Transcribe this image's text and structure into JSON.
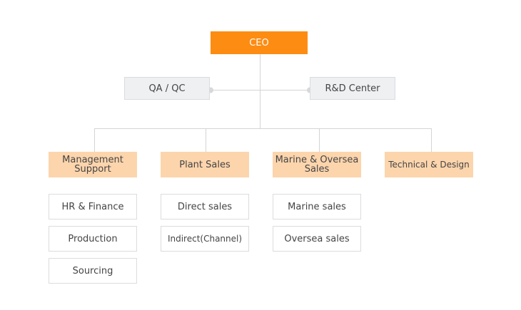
{
  "ceo": {
    "label": "CEO"
  },
  "staff": {
    "qa": {
      "label": "QA / QC"
    },
    "rnd": {
      "label": "R&D Center"
    }
  },
  "departments": {
    "management": {
      "label": "Management Support",
      "teams": [
        "HR & Finance",
        "Production",
        "Sourcing"
      ]
    },
    "plant": {
      "label": "Plant Sales",
      "teams": [
        "Direct sales",
        "Indirect(Channel)"
      ]
    },
    "marine": {
      "label": "Marine & Oversea Sales",
      "teams": [
        "Marine sales",
        "Oversea sales"
      ]
    },
    "technical": {
      "label": "Technical & Design",
      "teams": []
    }
  },
  "colors": {
    "ceo": "#fd8c12",
    "department": "#fcd5ad",
    "staff": "#eef0f2",
    "line": "#d4d4d4",
    "text": "#444444"
  }
}
